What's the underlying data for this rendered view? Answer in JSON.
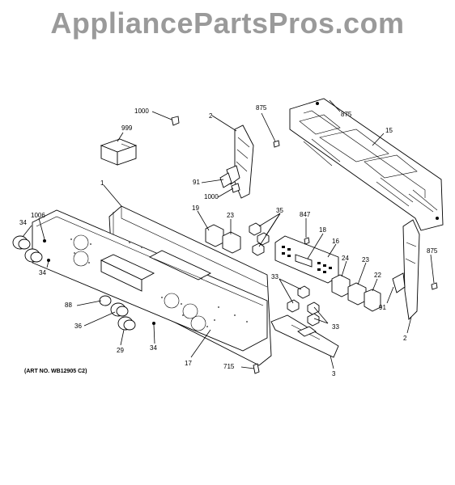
{
  "watermark": "AppliancePartsPros.com",
  "art_no": "(ART NO. WB12905 C2)",
  "callouts": {
    "c1": "1",
    "c2a": "2",
    "c2b": "2",
    "c3": "3",
    "c15": "15",
    "c16": "16",
    "c17": "17",
    "c18": "18",
    "c19": "19",
    "c22": "22",
    "c23a": "23",
    "c23b": "23",
    "c24": "24",
    "c29": "29",
    "c33a": "33",
    "c33b": "33",
    "c34a": "34",
    "c34b": "34",
    "c34c": "34",
    "c35": "35",
    "c36": "36",
    "c88": "88",
    "c91a": "91",
    "c91b": "91",
    "c715": "715",
    "c847": "847",
    "c875a": "875",
    "c875b": "875",
    "c875c": "875",
    "c999": "999",
    "c1000a": "1000",
    "c1000b": "1000",
    "c1006": "1006"
  }
}
